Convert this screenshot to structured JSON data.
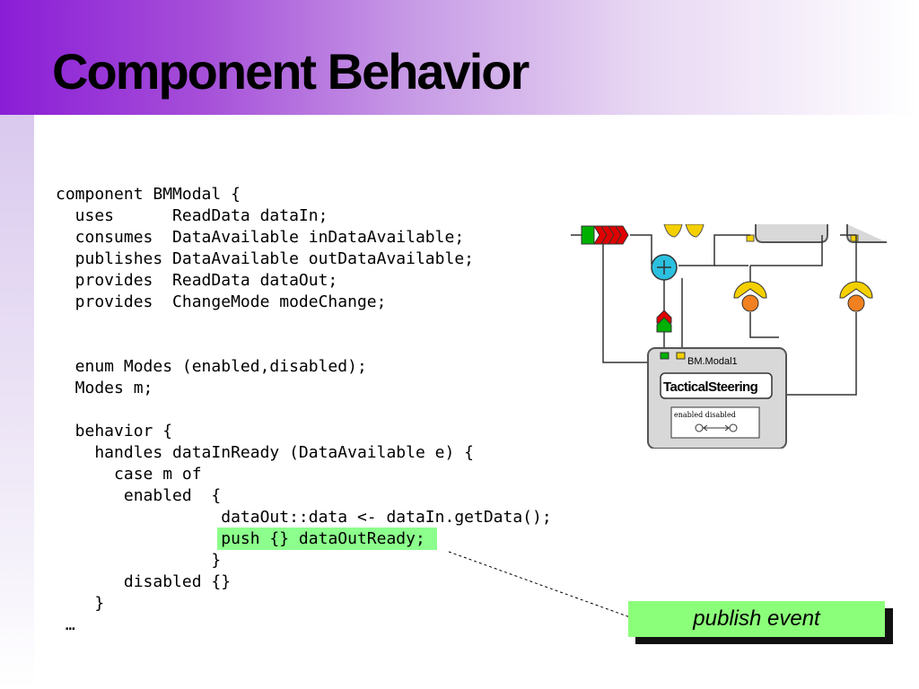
{
  "slide": {
    "title": "Component Behavior",
    "code_lines": [
      "component BMModal {",
      "  uses      ReadData dataIn;",
      "  consumes  DataAvailable inDataAvailable;",
      "  publishes DataAvailable outDataAvailable;",
      "  provides  ReadData dataOut;",
      "  provides  ChangeMode modeChange;",
      "",
      "",
      "  enum Modes (enabled,disabled);",
      "  Modes m;",
      "",
      "  behavior {",
      "    handles dataInReady (DataAvailable e) {",
      "      case m of",
      "       enabled  {",
      "                 dataOut::data <- dataIn.getData();",
      "                 push {} dataOutReady;",
      "                }",
      "       disabled {}",
      "    }",
      " …"
    ],
    "highlight_line_index": 16,
    "callout": "publish event",
    "diagram": {
      "instance_name": "BM.Modal1",
      "component_label": "TacticalSteering",
      "mode_labels": "enabled disabled"
    },
    "colors": {
      "highlight": "#8cff8c",
      "callout": "#8cff7a",
      "header_start": "#8a1dd6"
    }
  }
}
